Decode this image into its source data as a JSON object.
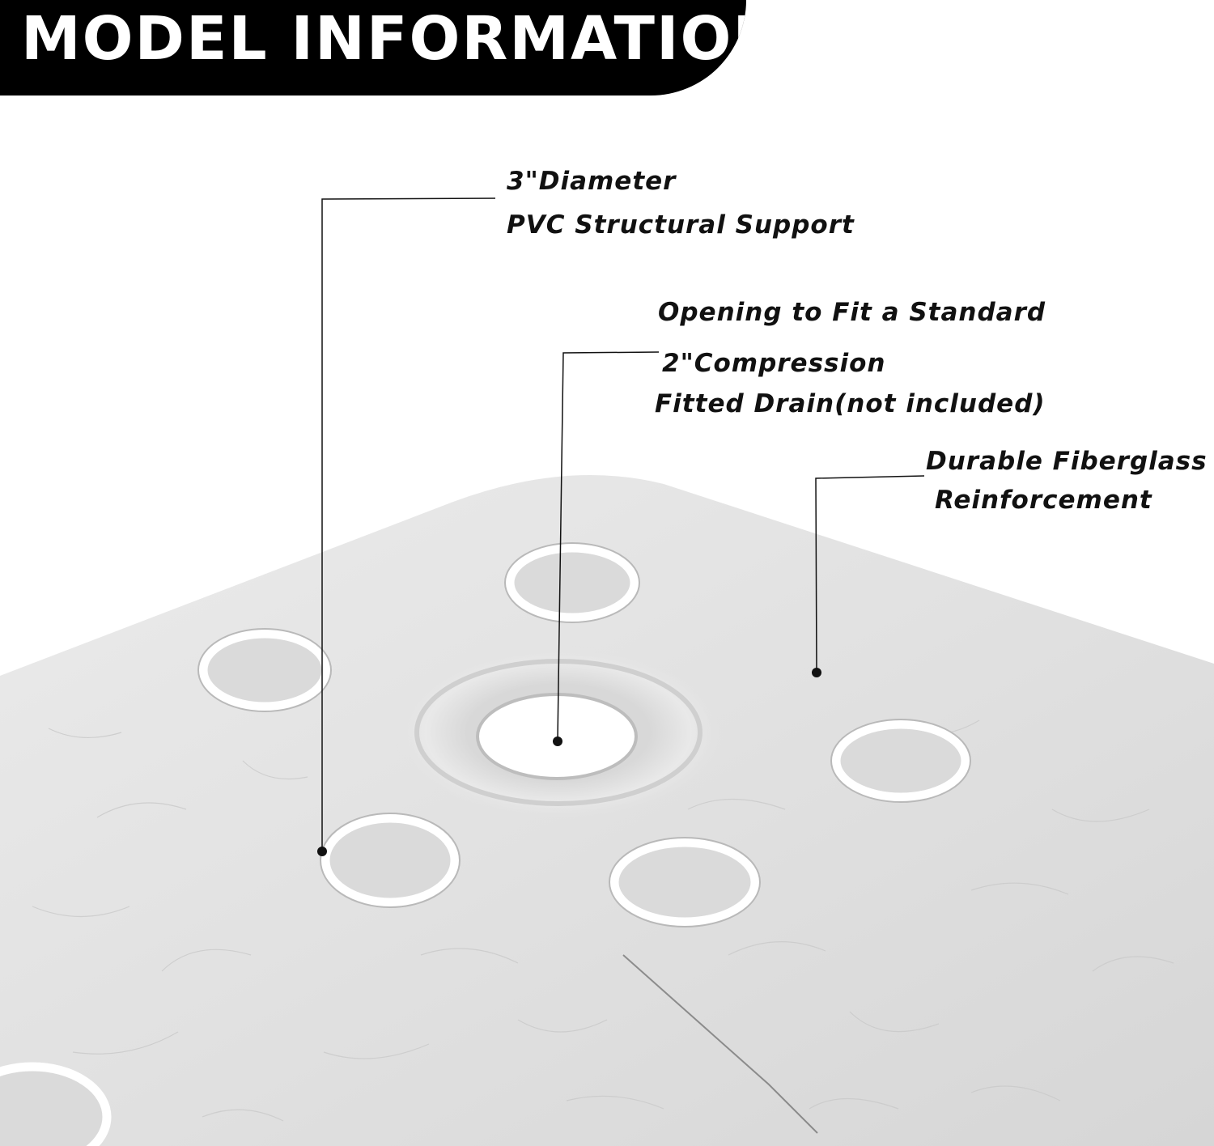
{
  "banner": {
    "title": "MODEL INFORMATION"
  },
  "callouts": {
    "pvc_support": {
      "line1": "3\"Diameter",
      "line2": "PVC Structural Support"
    },
    "drain_opening": {
      "line1": "Opening to Fit a Standard",
      "line2": "2\"Compression",
      "line3": "Fitted Drain(not included)"
    },
    "fiberglass": {
      "line1": "Durable Fiberglass",
      "line2": "Reinforcement"
    }
  },
  "colors": {
    "banner_background": "#000000",
    "banner_text": "#ffffff",
    "callout_text": "#111111",
    "panel_surface": "#e2e2e2",
    "leader_line": "#111111"
  }
}
